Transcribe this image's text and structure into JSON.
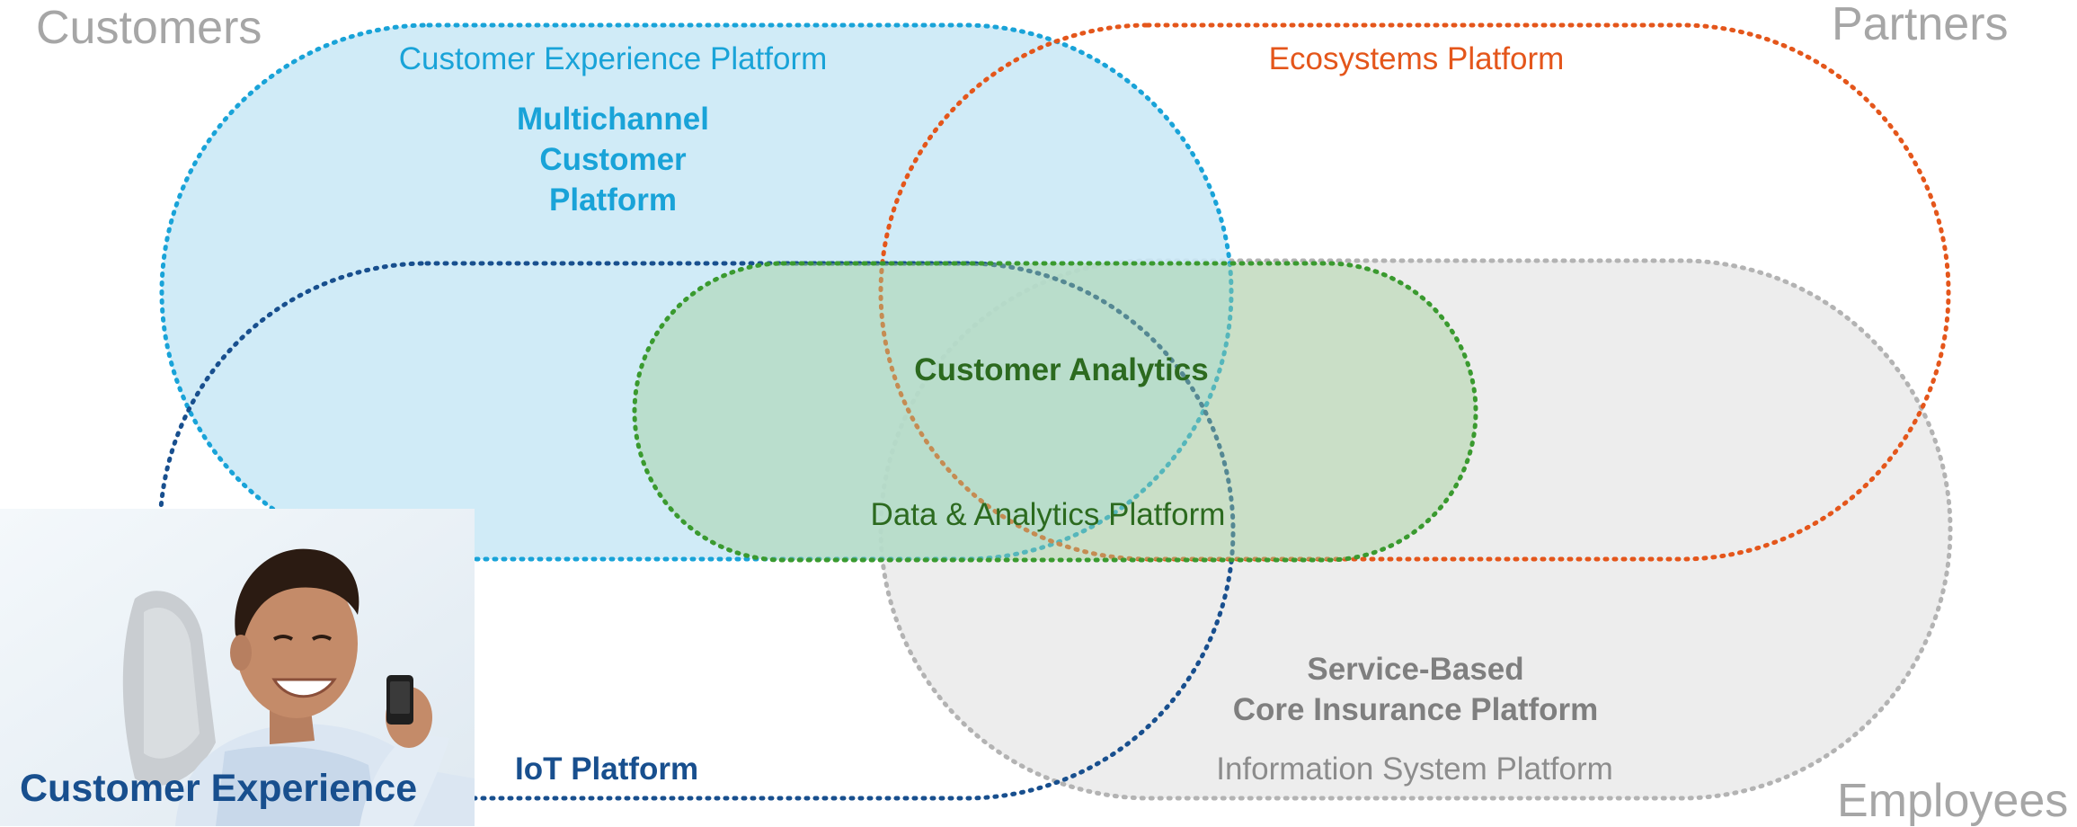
{
  "corners": {
    "customers": "Customers",
    "partners": "Partners",
    "employees": "Employees"
  },
  "platforms": {
    "customer_experience": {
      "title": "Customer Experience Platform",
      "inner": [
        "Multichannel",
        "Customer",
        "Platform"
      ],
      "color": "#19a3d8"
    },
    "ecosystems": {
      "title": "Ecosystems Platform",
      "color": "#e4561b"
    },
    "data_analytics": {
      "title": "Data & Analytics Platform",
      "inner": "Customer Analytics",
      "color": "#3a9a2f"
    },
    "information_system": {
      "title": "Information System Platform",
      "inner": [
        "Service-Based",
        "Core Insurance Platform"
      ],
      "color": "#b3b3b3"
    },
    "iot": {
      "title": "IoT Platform",
      "color": "#184f8e"
    }
  },
  "photo": {
    "caption": "Customer Experience"
  }
}
